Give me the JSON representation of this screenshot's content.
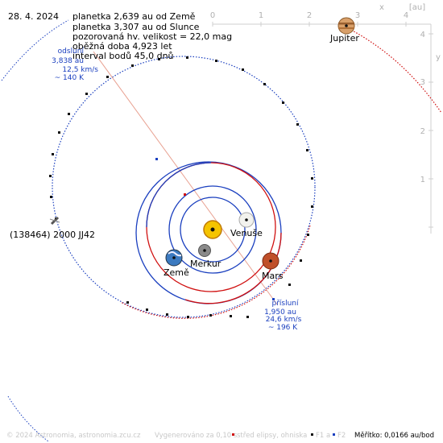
{
  "date": "28. 4. 2024",
  "info_lines": [
    "planetka 2,639 au od Země",
    "planetka 3,307 au od Slunce",
    "pozorovaná hv. velikost = 22,0 mag",
    "oběžná doba 4,923 let",
    "interval bodů 45,0 dnů"
  ],
  "aphelion": {
    "title": "odsluní",
    "distance": "3,838 au",
    "speed": "12,5 km/s",
    "temperature": "~ 140 K"
  },
  "perihelion": {
    "title": "přísluní",
    "distance": "1,950 au",
    "speed": "24,6 km/s",
    "temperature": "~ 196 K"
  },
  "asteroid_label": "(138464) 2000 JJ42",
  "planets": [
    {
      "name": "Merkur",
      "color": "#8a8a8a"
    },
    {
      "name": "Venuše",
      "color": "#e8e8e0"
    },
    {
      "name": "Země",
      "color": "#3b7ac0"
    },
    {
      "name": "Mars",
      "color": "#c0502a"
    },
    {
      "name": "Jupiter",
      "color": "#c9894a"
    }
  ],
  "axis": {
    "unit": "[au]",
    "x_label": "x",
    "y_label": "y",
    "x_ticks": [
      "0",
      "1",
      "2",
      "3",
      "4"
    ],
    "y_ticks": [
      "4",
      "3",
      "2",
      "1"
    ]
  },
  "footer": {
    "copyright": "© 2024 Astronomia, astronomia.zcu.cz",
    "generated": "Vygenerováno za 0,10 s",
    "legend_center": "střed elipsy, ohniska",
    "legend_f1": "F1 a",
    "legend_f2": "F2",
    "scale": "Měřítko: 0,0166 au/bod"
  },
  "colors": {
    "asteroid_orbit": "#1a3fbf",
    "planet_orbit_outside": "#d01010",
    "sun": "#f5c400",
    "text_blue": "#1a3fbf"
  }
}
